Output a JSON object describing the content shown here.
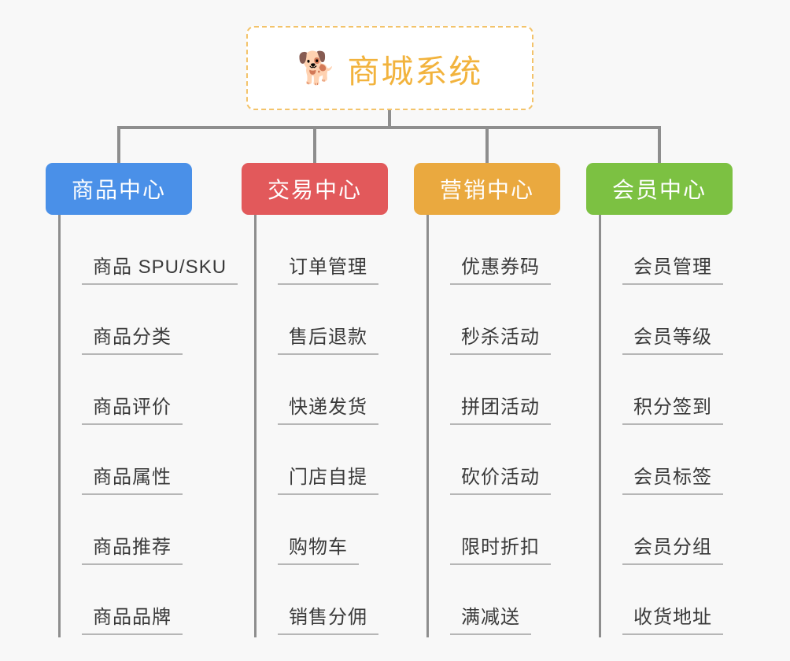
{
  "diagram": {
    "title": "商城系统",
    "background_color": "#f8f8f8",
    "root": {
      "icon": "shiba-dog-emoji",
      "icon_glyph": "🐕",
      "label": "商城系统",
      "text_color": "#f2b33d",
      "border_color": "#f3c36a",
      "fill_color": "#ffffff"
    },
    "connector_color": "#8e8e8e",
    "leaf_underline_color": "#b6b6b6",
    "leaf_text_color": "#3a3a3a",
    "categories": [
      {
        "label": "商品中心",
        "color": "#4a90e8",
        "items": [
          "商品 SPU/SKU",
          "商品分类",
          "商品评价",
          "商品属性",
          "商品推荐",
          "商品品牌"
        ]
      },
      {
        "label": "交易中心",
        "color": "#e2595b",
        "items": [
          "订单管理",
          "售后退款",
          "快递发货",
          "门店自提",
          "购物车",
          "销售分佣"
        ]
      },
      {
        "label": "营销中心",
        "color": "#eaa93f",
        "items": [
          "优惠券码",
          "秒杀活动",
          "拼团活动",
          "砍价活动",
          "限时折扣",
          "满减送"
        ]
      },
      {
        "label": "会员中心",
        "color": "#7cc142",
        "items": [
          "会员管理",
          "会员等级",
          "积分签到",
          "会员标签",
          "会员分组",
          "收货地址"
        ]
      }
    ]
  }
}
